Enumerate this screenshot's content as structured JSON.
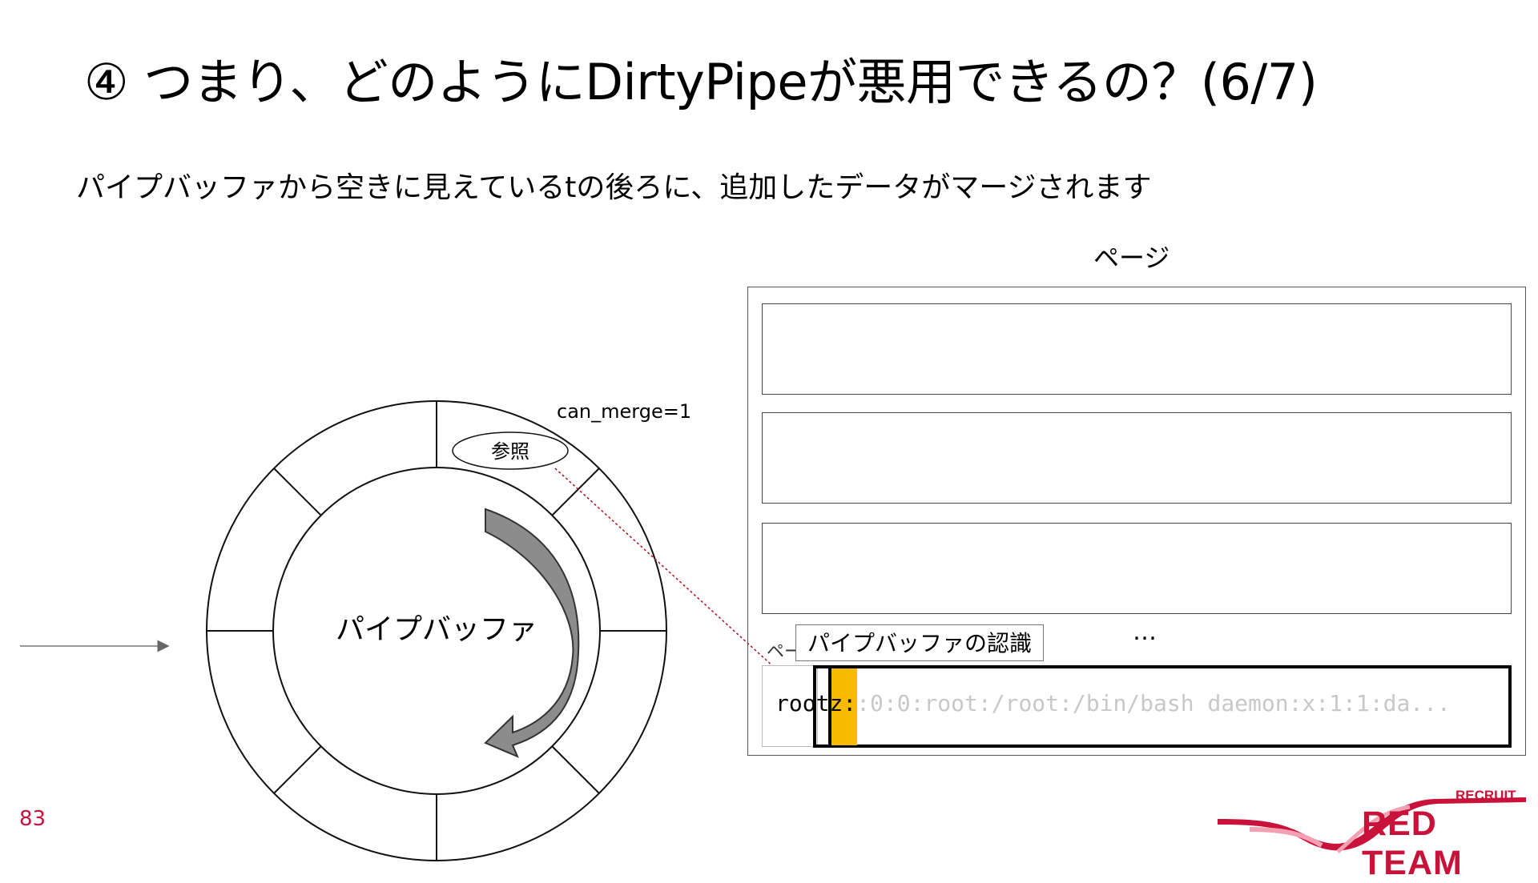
{
  "slide": {
    "title": "④ つまり、どのようにDirtyPipeが悪用できるの？(6/7)",
    "subtitle": "パイプバッファから空きに見えているtの後ろに、追加したデータがマージされます",
    "number": "83"
  },
  "ring": {
    "center_label": "パイプバッファ",
    "can_merge": "can_merge=1",
    "reference": "参照"
  },
  "page": {
    "label": "ページ",
    "ellipsis": "…",
    "hidden_label": "ペー",
    "recognition_label": "パイプバッファの認識",
    "data_prefix": "root",
    "data_visible": "z:",
    "data_rest": ":0:0:root:/root:/bin/bash daemon:x:1:1:da..."
  },
  "logo": {
    "top": "RECRUIT",
    "bottom": "RED TEAM"
  },
  "colors": {
    "accent_red": "#c8123a",
    "highlight_yellow": "#f8ba00",
    "arrow_gray": "#8c8c8c"
  }
}
